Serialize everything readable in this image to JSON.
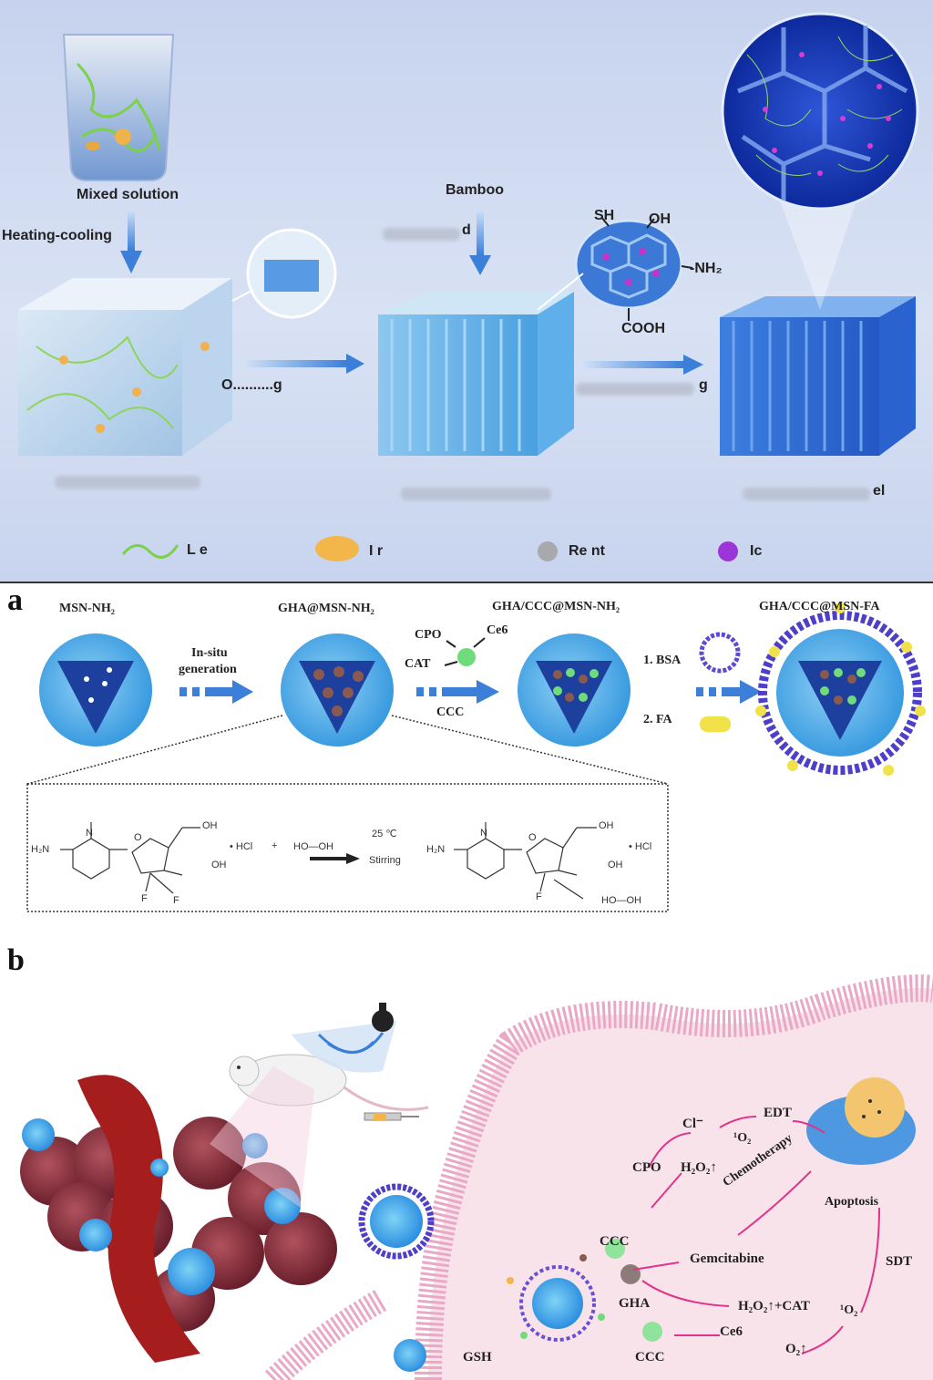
{
  "top": {
    "mixed_solution": "Mixed solution",
    "heating_cooling": "Heating-cooling",
    "bamboo": "Bamboo",
    "bamboo_sub": "d",
    "orientation_freezing": "O..........g",
    "crosslinking": "g",
    "group_sh": "SH",
    "group_oh": "OH",
    "group_nh2": "-NH₂",
    "group_cooh": "COOH",
    "hydrogel_right": "el",
    "legend": [
      {
        "label": "L e",
        "icon": "fiber-icon"
      },
      {
        "label": "I r",
        "icon": "blob-icon"
      },
      {
        "label": "Re nt",
        "icon": "gray-sphere-icon"
      },
      {
        "label": "Ic",
        "icon": "purple-sphere-icon"
      }
    ]
  },
  "panel_a": {
    "letter": "a",
    "stage1": "MSN-NH₂",
    "stage2": "GHA@MSN-NH₂",
    "stage3": "GHA/CCC@MSN-NH₂",
    "stage4": "GHA/CCC@MSN-FA",
    "step1_line1": "In-situ",
    "step1_line2": "generation",
    "ccc_cpo": "CPO",
    "ccc_ce6": "Ce6",
    "ccc_cat": "CAT",
    "step2": "CCC",
    "step3_a": "1. BSA",
    "step3_b": "2. FA",
    "rx_hcl": "• HCl",
    "rx_plus": "+",
    "rx_hooh": "HO—OH",
    "rx_temp": "25 ℃",
    "rx_stir": "Stirring",
    "rx_hcl2": "• HCl",
    "rx_h2n": "H₂N",
    "rx_oh": "OH",
    "rx_f": "F",
    "rx_o": "O",
    "rx_n": "N",
    "rx_hooh2": "HO—OH"
  },
  "panel_b": {
    "letter": "b",
    "cl": "Cl⁻",
    "edt": "EDT",
    "singlet1": "¹O₂",
    "cpo": "CPO",
    "h2o2_up": "H₂O₂↑",
    "chemotherapy": "Chemotherapy",
    "apoptosis": "Apoptosis",
    "ccc1": "CCC",
    "gemcitabine": "Gemcitabine",
    "sdt": "SDT",
    "gha": "GHA",
    "h2o2_cat": "H₂O₂↑+CAT",
    "singlet2": "¹O₂",
    "gsh": "GSH",
    "ce6": "Ce6",
    "o2_up": "O₂↑",
    "ccc2": "CCC"
  },
  "colors": {
    "arrow_blue": "#3b7fd9",
    "cube_blue": "#5aa6e8",
    "magenta": "#e0338a",
    "membrane": "#e9a9c6"
  }
}
